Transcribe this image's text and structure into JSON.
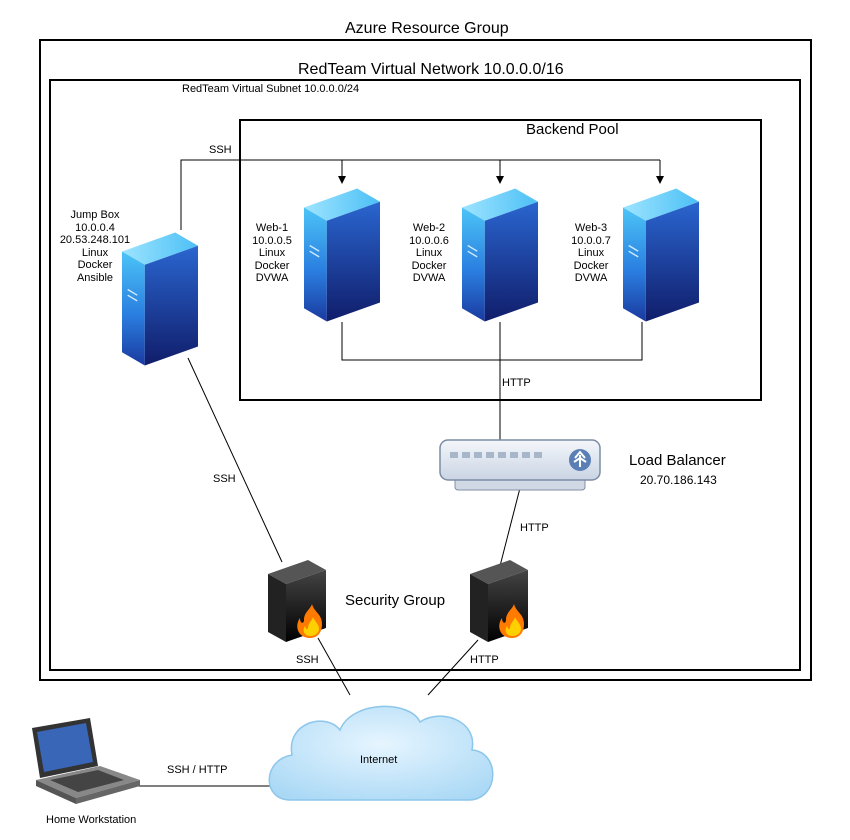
{
  "resource_group": {
    "label": "Azure Resource Group"
  },
  "vnet": {
    "label": "RedTeam Virtual Network 10.0.0.0/16"
  },
  "subnet": {
    "label": "RedTeam Virtual Subnet 10.0.0.0/24"
  },
  "backend_pool": {
    "label": "Backend Pool"
  },
  "jump_box": {
    "lines": [
      "Jump Box",
      "10.0.0.4",
      "20.53.248.101",
      "Linux",
      "Docker",
      "Ansible"
    ]
  },
  "web_servers": [
    {
      "lines": [
        "Web-1",
        "10.0.0.5",
        "Linux",
        "Docker",
        "DVWA"
      ]
    },
    {
      "lines": [
        "Web-2",
        "10.0.0.6",
        "Linux",
        "Docker",
        "DVWA"
      ]
    },
    {
      "lines": [
        "Web-3",
        "10.0.0.7",
        "Linux",
        "Docker",
        "DVWA"
      ]
    }
  ],
  "load_balancer": {
    "label": "Load Balancer",
    "ip": "20.70.186.143"
  },
  "security_group": {
    "label": "Security Group"
  },
  "internet": {
    "label": "Internet"
  },
  "home_workstation": {
    "label": "Home Workstation"
  },
  "connections": {
    "ssh_top": "SSH",
    "ssh_jump_to_fw": "SSH",
    "http_pool_to_lb": "HTTP",
    "http_lb_to_fw": "HTTP",
    "ssh_fw_to_internet": "SSH",
    "http_fw_to_internet": "HTTP",
    "ssh_http_home": "SSH / HTTP"
  },
  "colors": {
    "server_front_top": "#3db8f5",
    "server_front_bottom": "#1a3fa8",
    "cloud": "#bfe3f8",
    "firewall": "#1a1a1a",
    "flame": "#ff6a00"
  }
}
